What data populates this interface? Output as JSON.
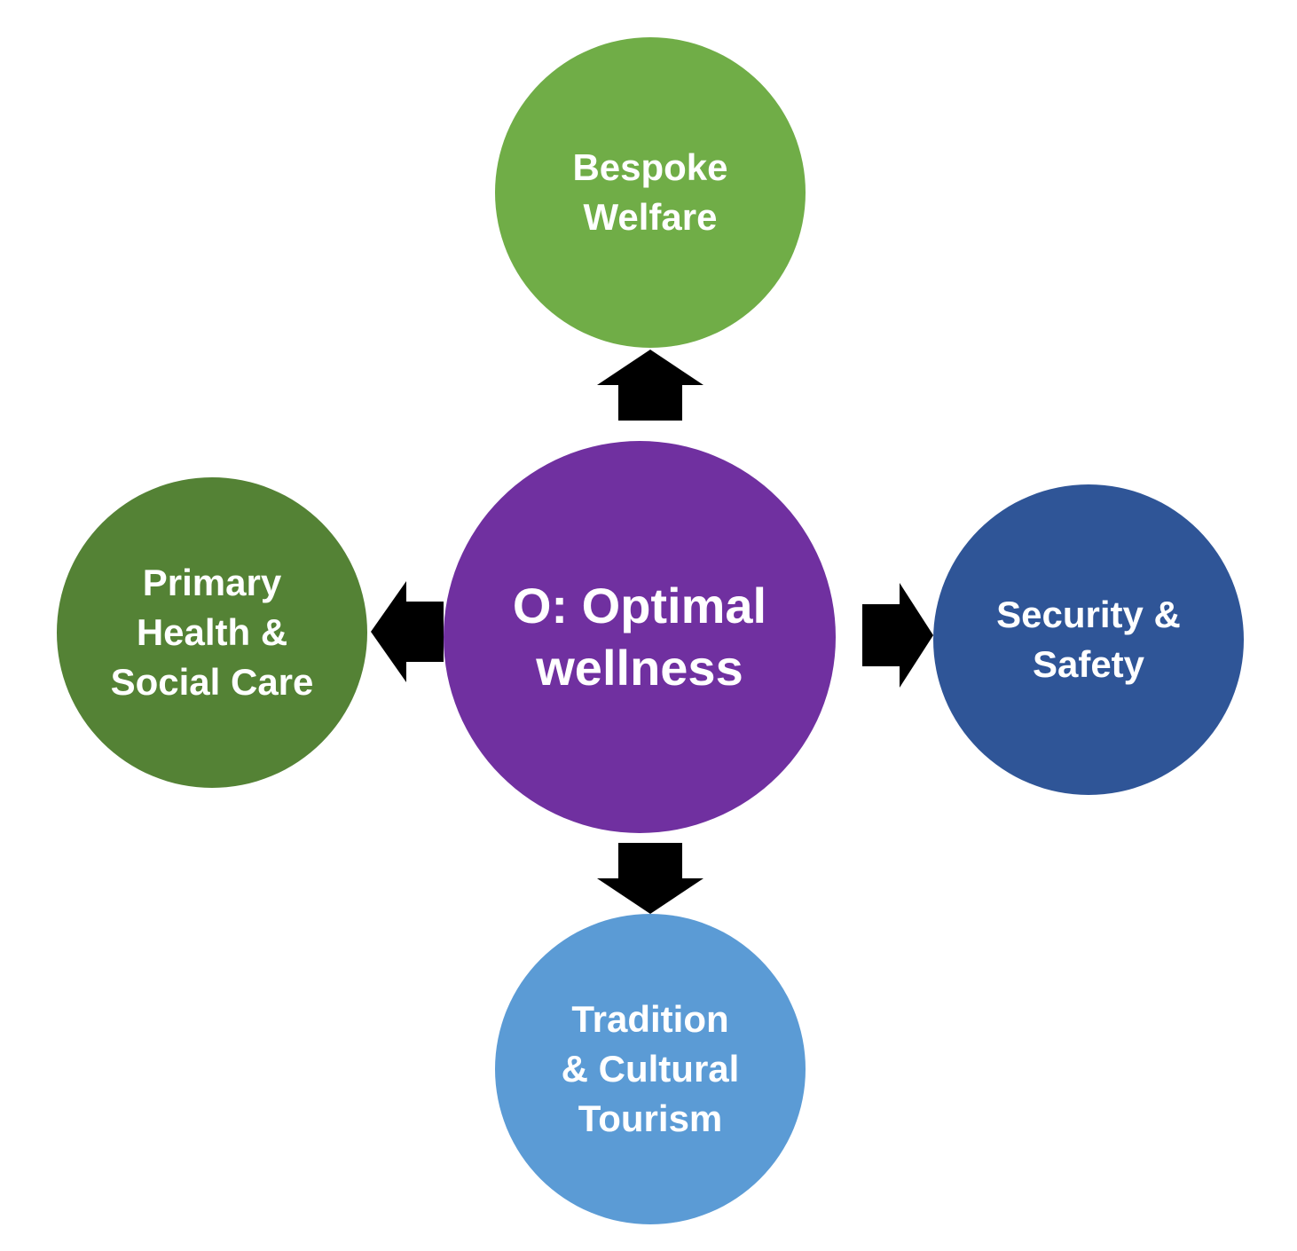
{
  "nodes": {
    "center": {
      "label": "O: Optimal\nwellness",
      "color": "#7030A0"
    },
    "top": {
      "label": "Bespoke\nWelfare",
      "color": "#70AD47"
    },
    "left": {
      "label": "Primary\nHealth &\nSocial Care",
      "color": "#548235"
    },
    "right": {
      "label": "Security &\nSafety",
      "color": "#2F5597"
    },
    "bottom": {
      "label": "Tradition\n& Cultural\nTourism",
      "color": "#5B9BD5"
    }
  },
  "arrow_color": "#000000"
}
